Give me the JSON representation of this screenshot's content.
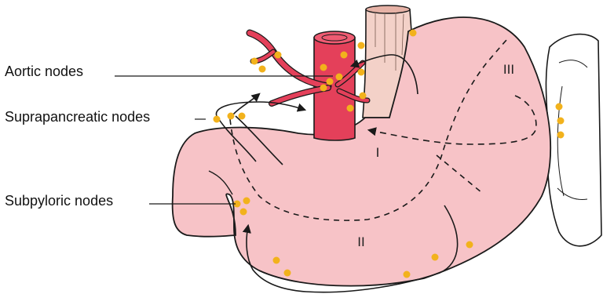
{
  "labels": {
    "aortic": "Aortic nodes",
    "suprapancreatic": "Suprapancreatic nodes",
    "subpyloric": "Subpyloric nodes"
  },
  "zones": {
    "zone1": "I",
    "zone2": "II",
    "zone3": "III"
  },
  "colors": {
    "stomach": "#f7c3c7",
    "vessel": "#e4405a",
    "node": "#f2b21c",
    "esophagus": "#f3d1c8",
    "outline": "#1a1a1a"
  }
}
